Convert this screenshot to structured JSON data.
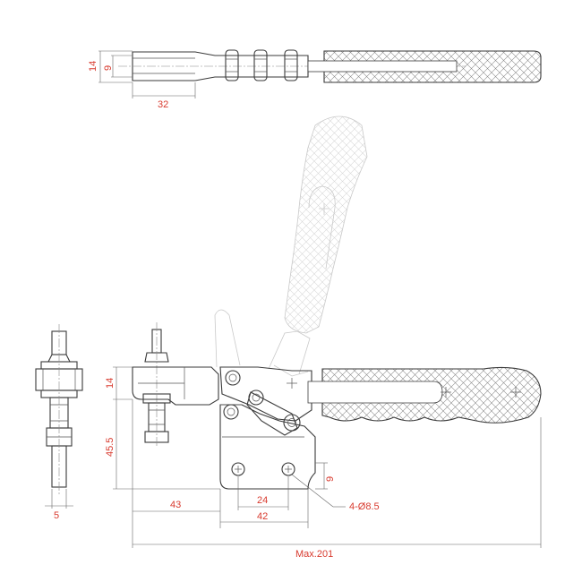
{
  "dimensions": {
    "top_height_outer": "14",
    "top_height_inner": "9",
    "top_width": "32",
    "front_height_arm": "14",
    "front_height_body": "45.5",
    "front_base_offset": "43",
    "front_hole_spacing": "24",
    "front_base_width": "42",
    "front_max_length": "Max.201",
    "front_hole_dia": "4-Ø8.5",
    "front_hole_edge": "9",
    "side_width": "5"
  },
  "colors": {
    "dimension_text": "#d83a2e",
    "outline": "#3a3a3a",
    "ghost_outline": "#c9c9c9"
  }
}
